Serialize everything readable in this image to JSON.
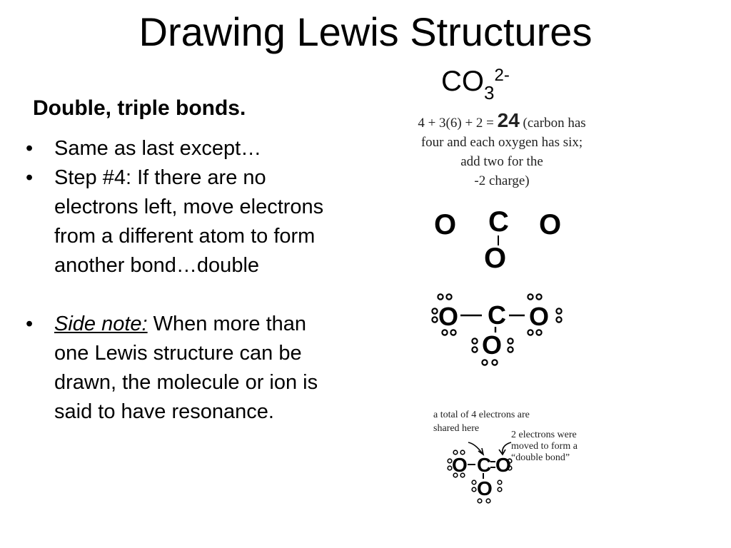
{
  "title": "Drawing Lewis Structures",
  "formula": {
    "base": "CO",
    "subscript": "3",
    "superscript": "2-"
  },
  "subheading": "Double, triple bonds.",
  "bullets": {
    "item1": "Same as last except…",
    "item2": "Step #4: If there are no electrons left, move electrons from a different atom to form another bond…double",
    "item3_label": "Side note:",
    "item3_text": " When more than one Lewis structure can be drawn, the molecule or ion is said to have resonance."
  },
  "bullet_glyph": "•",
  "electron_count": {
    "equation": "4 + 3(6) + 2 =",
    "total": "24",
    "lines": [
      "(carbon has",
      "four and each oxygen has six;",
      "add two for the",
      "-2 charge)"
    ]
  },
  "skeleton": {
    "oxygen": "O",
    "carbon": "C"
  },
  "annotations": {
    "shared": "a total of 4 electrons are shared here",
    "moved": "2 electrons were moved to form a “double bond”"
  }
}
